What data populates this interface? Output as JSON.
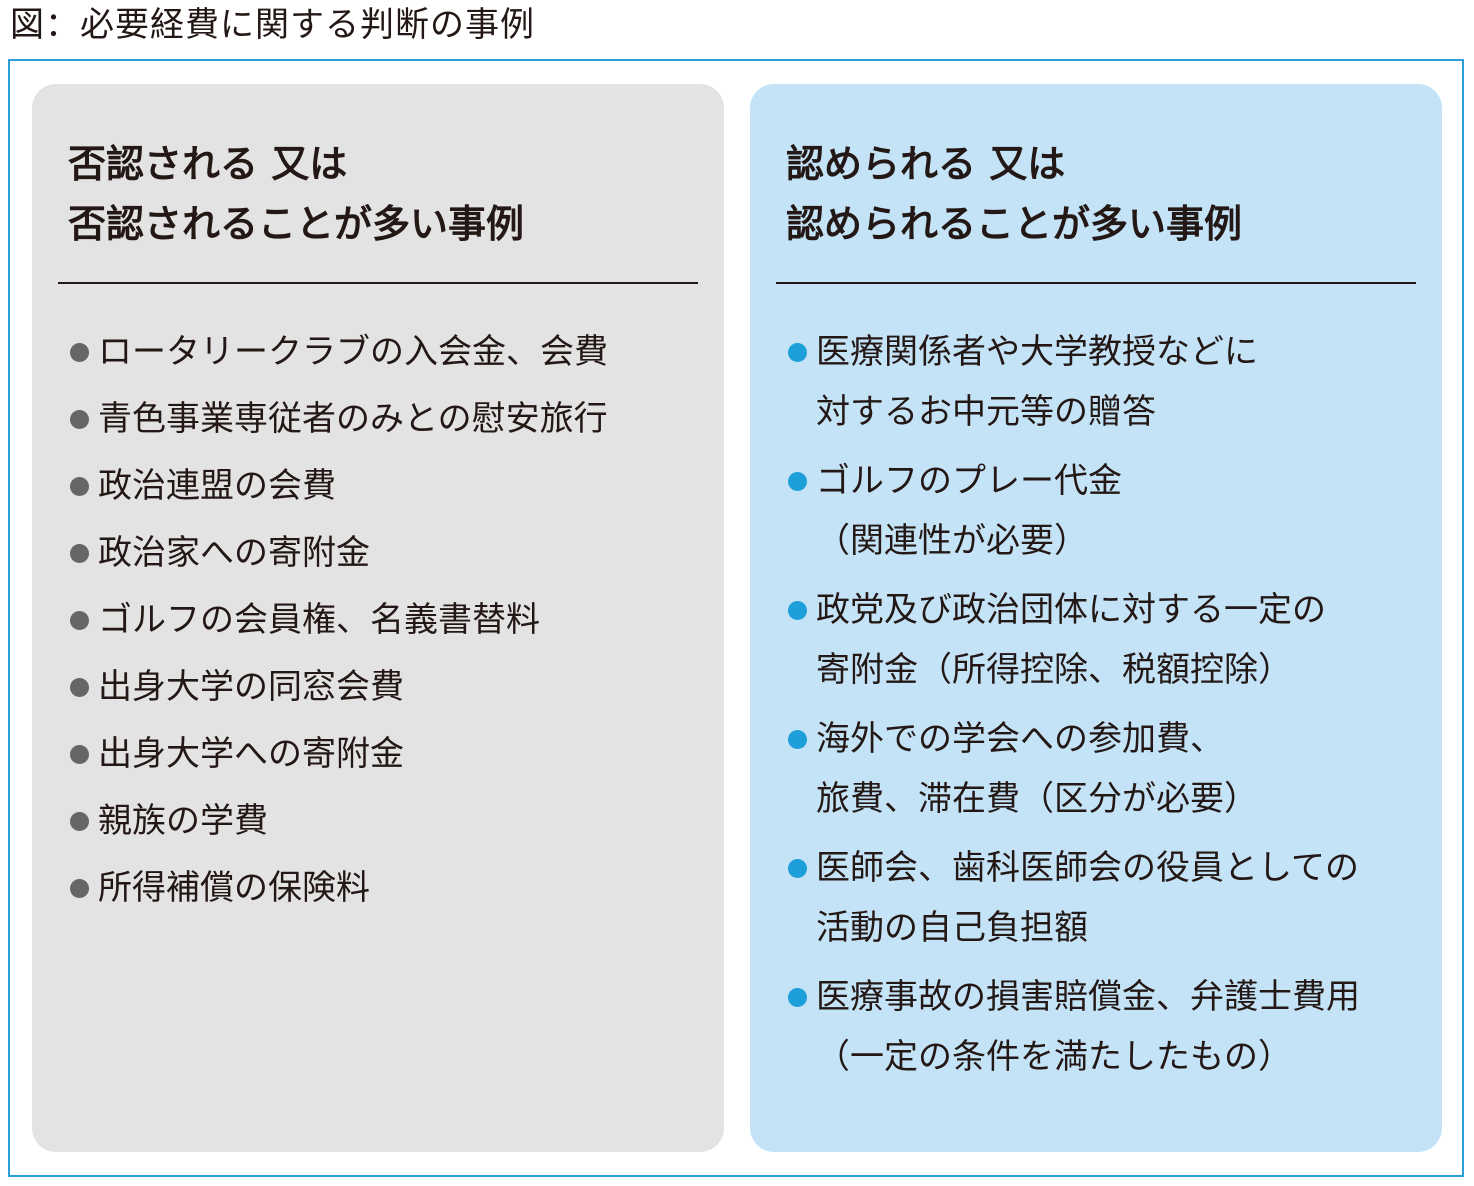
{
  "title": "図：必要経費に関する判断の事例",
  "colors": {
    "frame_border": "#2aa0d8",
    "left_panel_bg": "#e3e3e3",
    "right_panel_bg": "#c5e3f6",
    "left_bullet": "#666666",
    "right_bullet": "#1d9fd9",
    "text": "#231815"
  },
  "left_panel": {
    "heading_line1": "否認される 又は",
    "heading_line2": "否認されることが多い事例",
    "items": [
      {
        "lines": [
          "ロータリークラブの入会金、会費"
        ]
      },
      {
        "lines": [
          "青色事業専従者のみとの慰安旅行"
        ]
      },
      {
        "lines": [
          "政治連盟の会費"
        ]
      },
      {
        "lines": [
          "政治家への寄附金"
        ]
      },
      {
        "lines": [
          "ゴルフの会員権、名義書替料"
        ]
      },
      {
        "lines": [
          "出身大学の同窓会費"
        ]
      },
      {
        "lines": [
          "出身大学への寄附金"
        ]
      },
      {
        "lines": [
          "親族の学費"
        ]
      },
      {
        "lines": [
          "所得補償の保険料"
        ]
      }
    ]
  },
  "right_panel": {
    "heading_line1": "認められる 又は",
    "heading_line2": "認められることが多い事例",
    "items": [
      {
        "lines": [
          "医療関係者や大学教授などに",
          "対するお中元等の贈答"
        ]
      },
      {
        "lines": [
          "ゴルフのプレー代金",
          "（関連性が必要）"
        ]
      },
      {
        "lines": [
          "政党及び政治団体に対する一定の",
          "寄附金（所得控除、税額控除）"
        ]
      },
      {
        "lines": [
          "海外での学会への参加費、",
          "旅費、滞在費（区分が必要）"
        ]
      },
      {
        "lines": [
          "医師会、歯科医師会の役員としての",
          "活動の自己負担額"
        ]
      },
      {
        "lines": [
          "医療事故の損害賠償金、弁護士費用",
          "（一定の条件を満たしたもの）"
        ]
      }
    ]
  }
}
